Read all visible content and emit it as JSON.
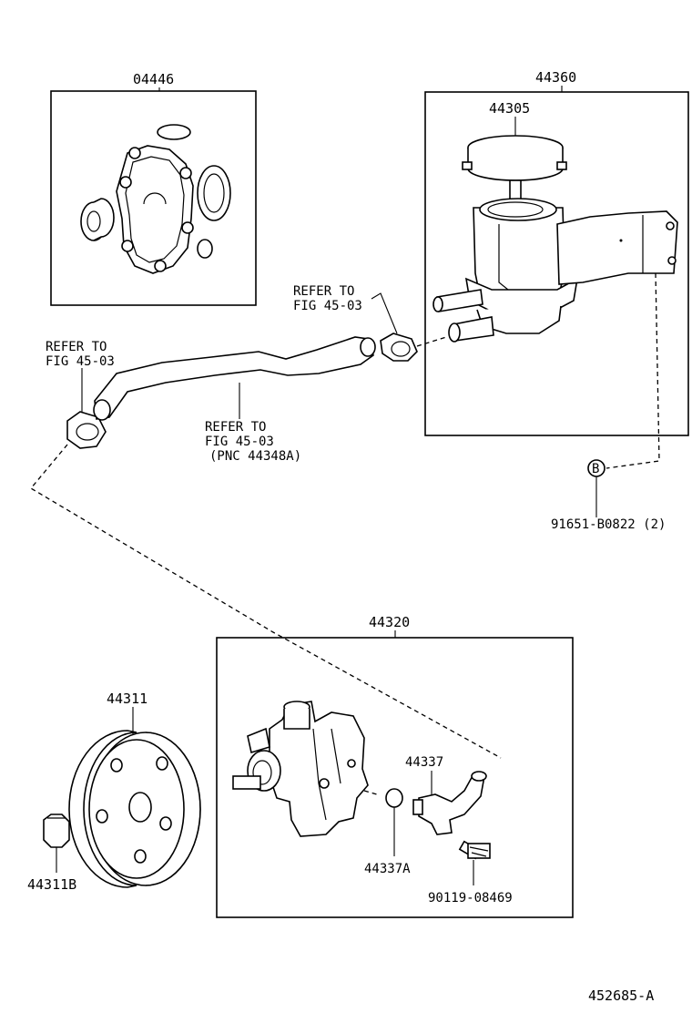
{
  "diagram": {
    "kit": {
      "label": "04446"
    },
    "reservoir": {
      "label": "44360",
      "cap_label": "44305"
    },
    "refer_upper_right": {
      "line1": "REFER TO",
      "line2": "FIG 45-03"
    },
    "refer_upper_left": {
      "line1": "REFER TO",
      "line2": "FIG 45-03"
    },
    "refer_hose": {
      "line1": "REFER TO",
      "line2": "FIG 45-03",
      "line3": "(PNC 44348A)"
    },
    "bolt_ref": {
      "symbol": "B",
      "label": "91651-B0822 (2)"
    },
    "pump": {
      "label": "44320"
    },
    "pulley": {
      "label": "44311"
    },
    "nut": {
      "label": "44311B"
    },
    "union": {
      "label": "44337"
    },
    "oring": {
      "label": "44337A"
    },
    "bolt": {
      "label": "90119-08469"
    },
    "figure_id": "452685-A"
  }
}
